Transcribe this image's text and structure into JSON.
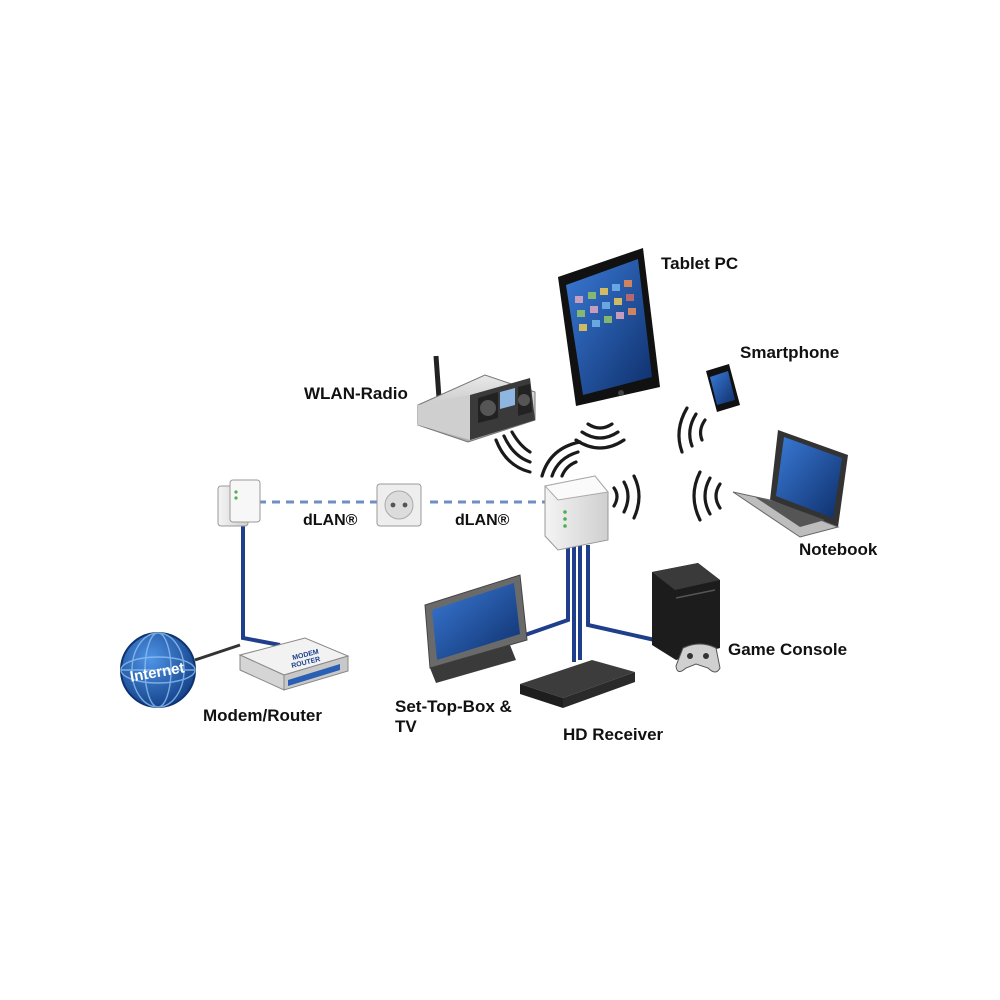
{
  "labels": {
    "tablet": "Tablet PC",
    "smartphone": "Smartphone",
    "wlan_radio": "WLAN-Radio",
    "notebook": "Notebook",
    "dlan_left": "dLAN®",
    "dlan_right": "dLAN®",
    "game_console": "Game Console",
    "internet": "Internet",
    "modem_router": "Modem/Router",
    "settop_line1": "Set-Top-Box &",
    "settop_line2": "TV",
    "hd_receiver": "HD Receiver",
    "router_print_line1": "MODEM",
    "router_print_line2": "ROUTER"
  },
  "colors": {
    "cable": "#1f3f8c",
    "dlan_dash": "#6f8fc4",
    "wifi": "#1a1a1a",
    "globe": "#1f5fb0",
    "screen": "#1a4fa0"
  },
  "icons": {
    "tablet": "tablet-icon",
    "smartphone": "smartphone-icon",
    "radio": "radio-icon",
    "notebook": "laptop-icon",
    "powerline": "powerline-adapter-icon",
    "socket": "power-socket-icon",
    "globe": "globe-icon",
    "router": "router-icon",
    "tv": "tv-icon",
    "receiver": "receiver-icon",
    "console": "game-console-icon",
    "controller": "gamepad-icon"
  }
}
